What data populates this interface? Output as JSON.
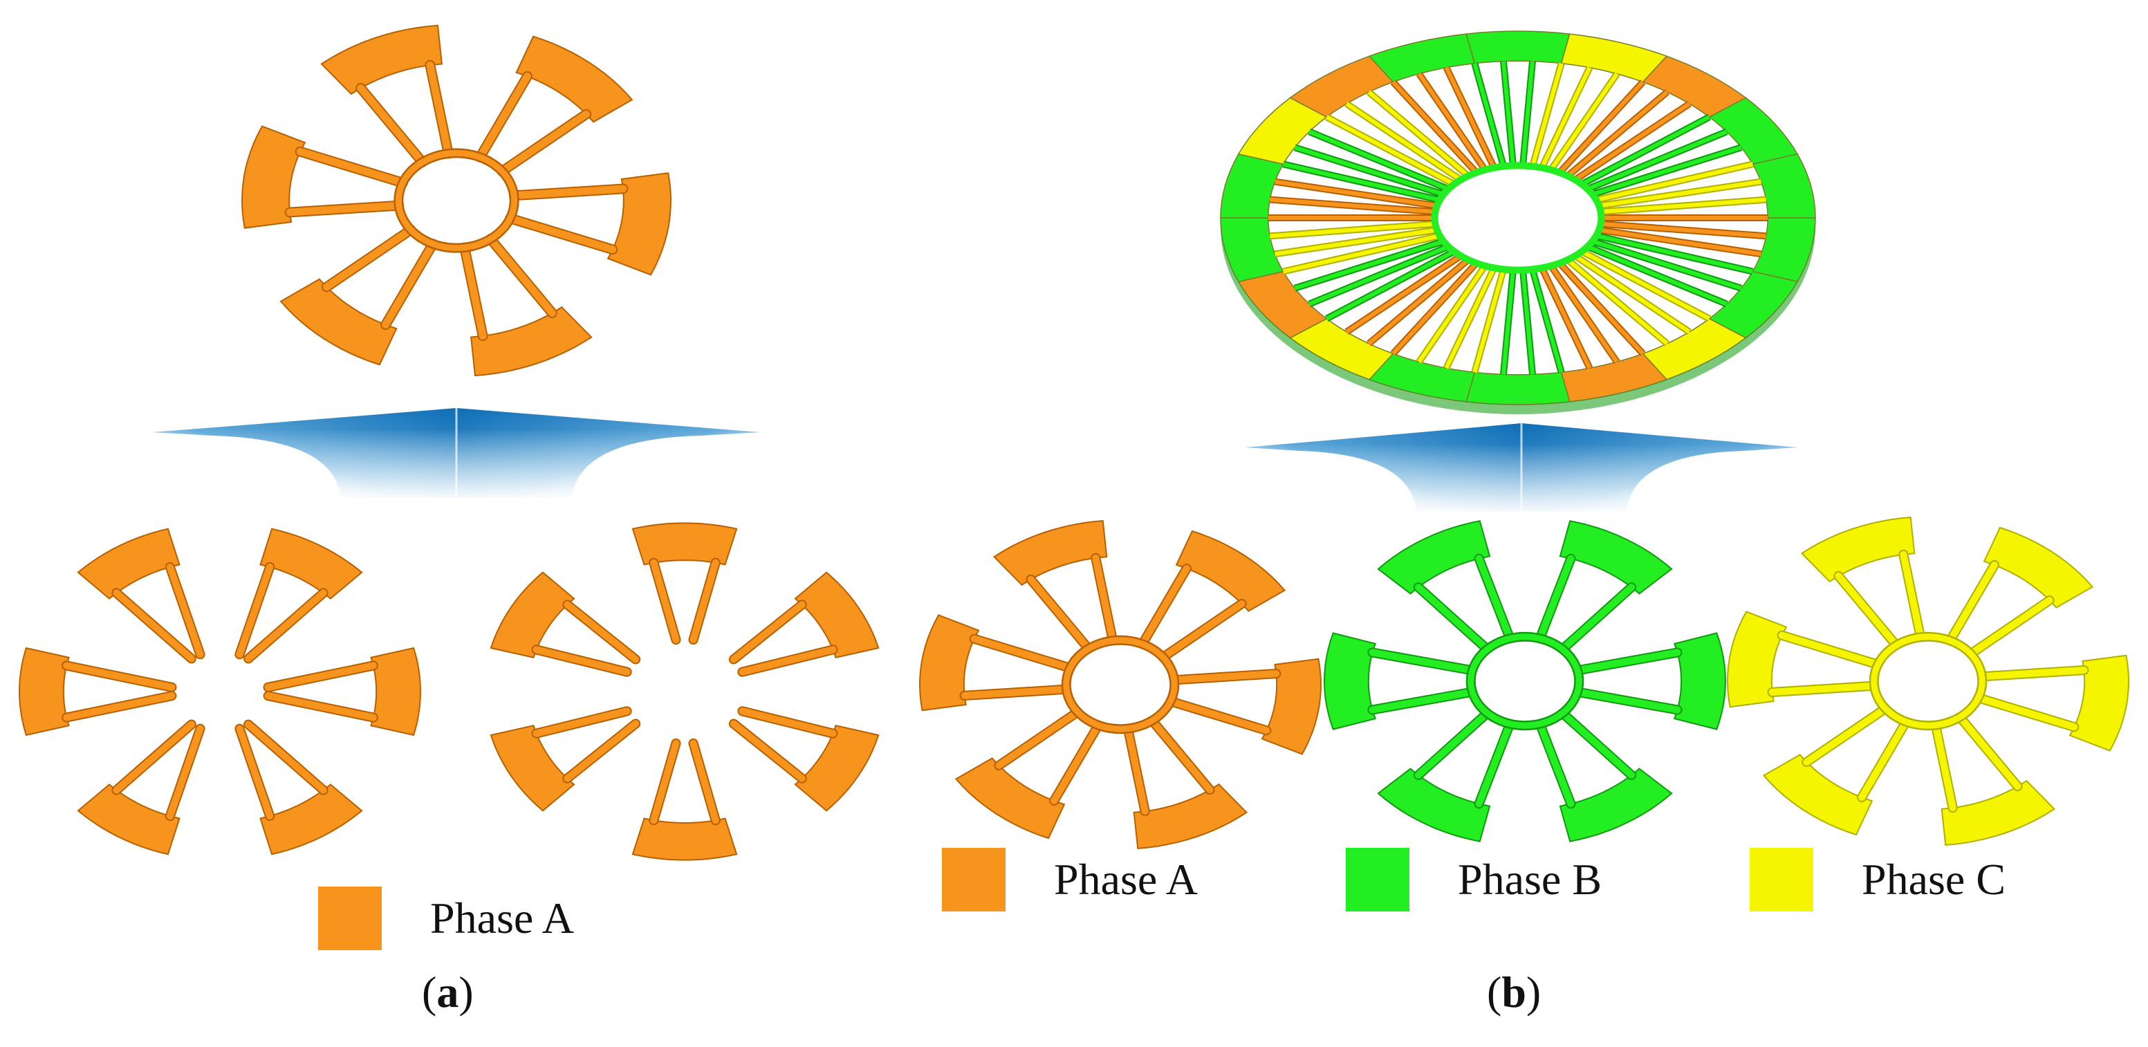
{
  "colors": {
    "phase_a": "#F7941D",
    "phase_a_dark": "#B86000",
    "phase_b": "#22EE22",
    "phase_b_dark": "#0F9A0F",
    "phase_c": "#F5F500",
    "phase_c_dark": "#B0B000",
    "arrow_blue": "#1E7FC2",
    "arrow_blue_light": "#BFDDF0"
  },
  "panel_a": {
    "caption_open": "(",
    "caption_letter": "a",
    "caption_close": ")",
    "legend": [
      {
        "label": "Phase A",
        "color_key": "phase_a"
      }
    ]
  },
  "panel_b": {
    "caption_open": "(",
    "caption_letter": "b",
    "caption_close": ")",
    "legend": [
      {
        "label": "Phase A",
        "color_key": "phase_a"
      },
      {
        "label": "Phase B",
        "color_key": "phase_b"
      },
      {
        "label": "Phase C",
        "color_key": "phase_c"
      }
    ]
  },
  "icons": {
    "assembly_arrow": "upward-arrow-icon",
    "winding": "winding-ring-icon"
  }
}
